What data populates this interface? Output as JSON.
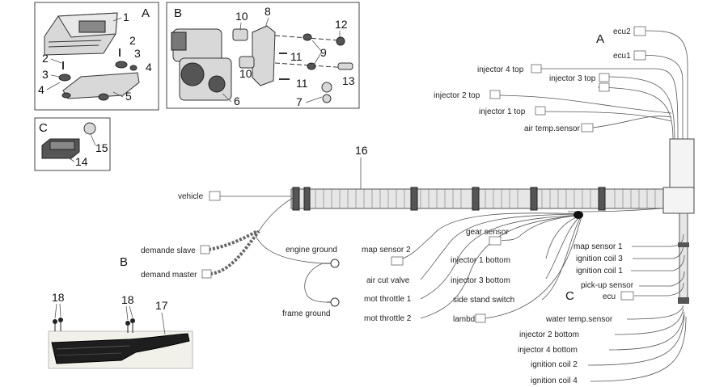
{
  "labels": {
    "ecu2": "ecu2",
    "ecu1": "ecu1",
    "injector_4_top": "injector 4 top",
    "injector_3_top": "injector 3 top",
    "injector_2_top": "injector 2 top",
    "injector_1_top": "injector 1 top",
    "air_temp_sensor": "air temp.sensor",
    "vehicle": "vehicle",
    "demande_slave": "demande slave",
    "demand_master": "demand master",
    "engine_ground": "engine ground",
    "frame_ground": "frame ground",
    "map_sensor_2": "map sensor 2",
    "air_cut_valve": "air cut valve",
    "mot_throttle_1": "mot throttle 1",
    "mot_throttle_2": "mot throttle 2",
    "gear_sensor": "gear sensor",
    "injector_1_bottom": "injector 1 bottom",
    "injector_3_bottom": "injector 3 bottom",
    "side_stand_switch": "side stand switch",
    "lambda": "lambda",
    "map_sensor_1": "map sensor 1",
    "ignition_coil_3": "ignition coil 3",
    "ignition_coil_1": "ignition coil 1",
    "pick_up_sensor": "pick-up sensor",
    "ecu": "ecu",
    "water_temp_sensor": "water temp.sensor",
    "injector_2_bottom": "injector 2 bottom",
    "injector_4_bottom": "injector 4 bottom",
    "ignition_coil_2": "ignition coil 2",
    "ignition_coil_4": "ignition coil 4"
  },
  "section_letters": {
    "a_panel": "A",
    "b_panel": "B",
    "c_panel": "C",
    "a_right": "A",
    "b_left": "B",
    "c_right": "C"
  },
  "part_numbers": {
    "n1": "1",
    "n2a": "2",
    "n2b": "2",
    "n3a": "3",
    "n3b": "3",
    "n4a": "4",
    "n4b": "4",
    "n5": "5",
    "n6": "6",
    "n7": "7",
    "n8": "8",
    "n9": "9",
    "n10a": "10",
    "n10b": "10",
    "n11a": "11",
    "n11b": "11",
    "n12": "12",
    "n13": "13",
    "n14": "14",
    "n15": "15",
    "n16": "16",
    "n17": "17",
    "n18a": "18",
    "n18b": "18"
  }
}
